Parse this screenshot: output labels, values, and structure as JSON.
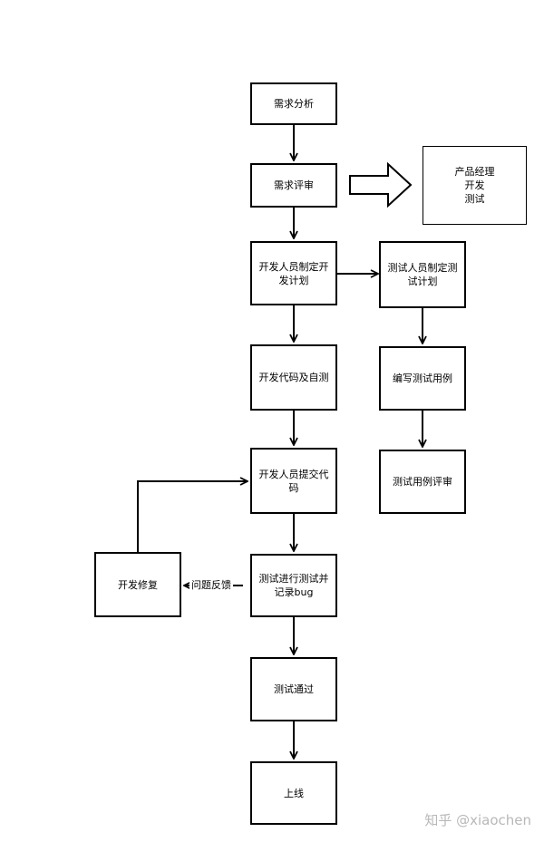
{
  "nodes": {
    "requirement_analysis": "需求分析",
    "requirement_review": "需求评审",
    "roles": [
      "产品经理",
      "开发",
      "测试"
    ],
    "dev_plan": "开发人员制定开发计划",
    "test_plan": "测试人员制定测试计划",
    "dev_code": "开发代码及自测",
    "write_cases": "编写测试用例",
    "submit_code": "开发人员提交代码",
    "case_review": "测试用例评审",
    "test_record": "测试进行测试并记录bug",
    "dev_fix": "开发修复",
    "test_pass": "测试通过",
    "go_live": "上线"
  },
  "edges": {
    "feedback_label": "问题反馈"
  },
  "watermark": "知乎 @xiaochen"
}
